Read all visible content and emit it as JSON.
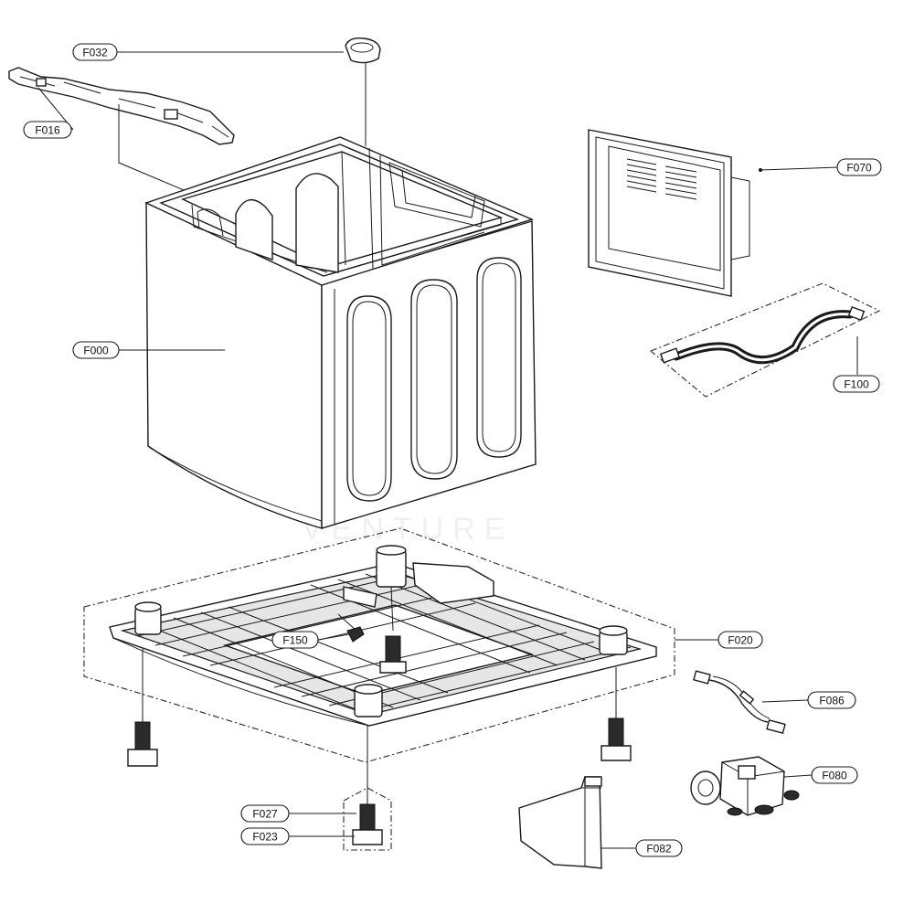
{
  "labels": [
    {
      "id": "f032",
      "text": "F032"
    },
    {
      "id": "f016",
      "text": "F016"
    },
    {
      "id": "f070",
      "text": "F070"
    },
    {
      "id": "f000",
      "text": "F000"
    },
    {
      "id": "f100",
      "text": "F100"
    },
    {
      "id": "f150",
      "text": "F150"
    },
    {
      "id": "f020",
      "text": "F020"
    },
    {
      "id": "f086",
      "text": "F086"
    },
    {
      "id": "f080",
      "text": "F080"
    },
    {
      "id": "f027",
      "text": "F027"
    },
    {
      "id": "f023",
      "text": "F023"
    },
    {
      "id": "f082",
      "text": "F082"
    }
  ],
  "watermark": "VENTURE"
}
